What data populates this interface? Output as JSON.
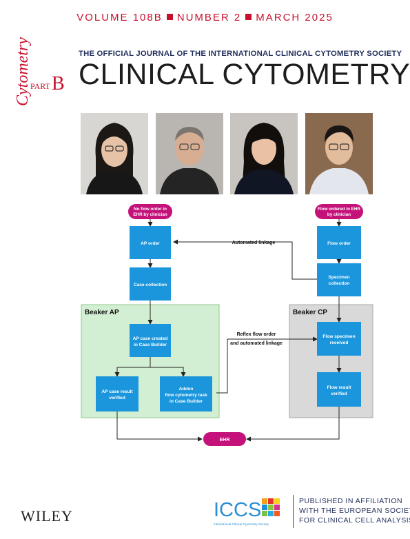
{
  "issue": {
    "volume": "VOLUME 108B",
    "number": "NUMBER 2",
    "date": "MARCH 2025"
  },
  "brand": {
    "word": "Cytometry",
    "part_prefix": "PART",
    "part_letter": "B"
  },
  "journal": {
    "subtitle": "THE OFFICIAL JOURNAL OF THE INTERNATIONAL CLINICAL CYTOMETRY SOCIETY",
    "title": "CLINICAL CYTOMETRY"
  },
  "diagram": {
    "start_left": [
      "No flow order in",
      "EHR by clinician"
    ],
    "start_right": [
      "Flow ordered in EHR",
      "by clinician"
    ],
    "ap_order": "AP order",
    "case_collection": "Case collection",
    "flow_order": "Flow order",
    "specimen_collection": [
      "Specimen",
      "collection"
    ],
    "automated_linkage": "Automated linkage",
    "beaker_ap": "Beaker AP",
    "beaker_cp": "Beaker CP",
    "ap_case_created": [
      "AP case created",
      "in Case Builder"
    ],
    "ap_case_result": [
      "AP case result",
      "verified"
    ],
    "addon": [
      "Addon",
      "flow cytometry task",
      "in Case Builder"
    ],
    "reflex": [
      "Reflex flow order",
      "and automated linkage"
    ],
    "flow_specimen": [
      "Flow specimen",
      "received"
    ],
    "flow_result": [
      "Flow result",
      "verified"
    ],
    "ehr": "EHR"
  },
  "footer": {
    "publisher": "WILEY",
    "society_logo": "ICCS",
    "society_logo_sub": "International Clinical Cytometry Society",
    "affiliation": [
      "PUBLISHED IN AFFILIATION",
      "WITH THE EUROPEAN SOCIETY",
      "FOR CLINICAL CELL ANALYSIS"
    ]
  },
  "colors": {
    "accent_red": "#c8102e",
    "box_blue": "#1b96dc",
    "pill_magenta": "#c4127a",
    "beaker_ap_bg": "#d3efd3",
    "beaker_cp_bg": "#d9d9d9",
    "navy": "#1f2d5a"
  }
}
